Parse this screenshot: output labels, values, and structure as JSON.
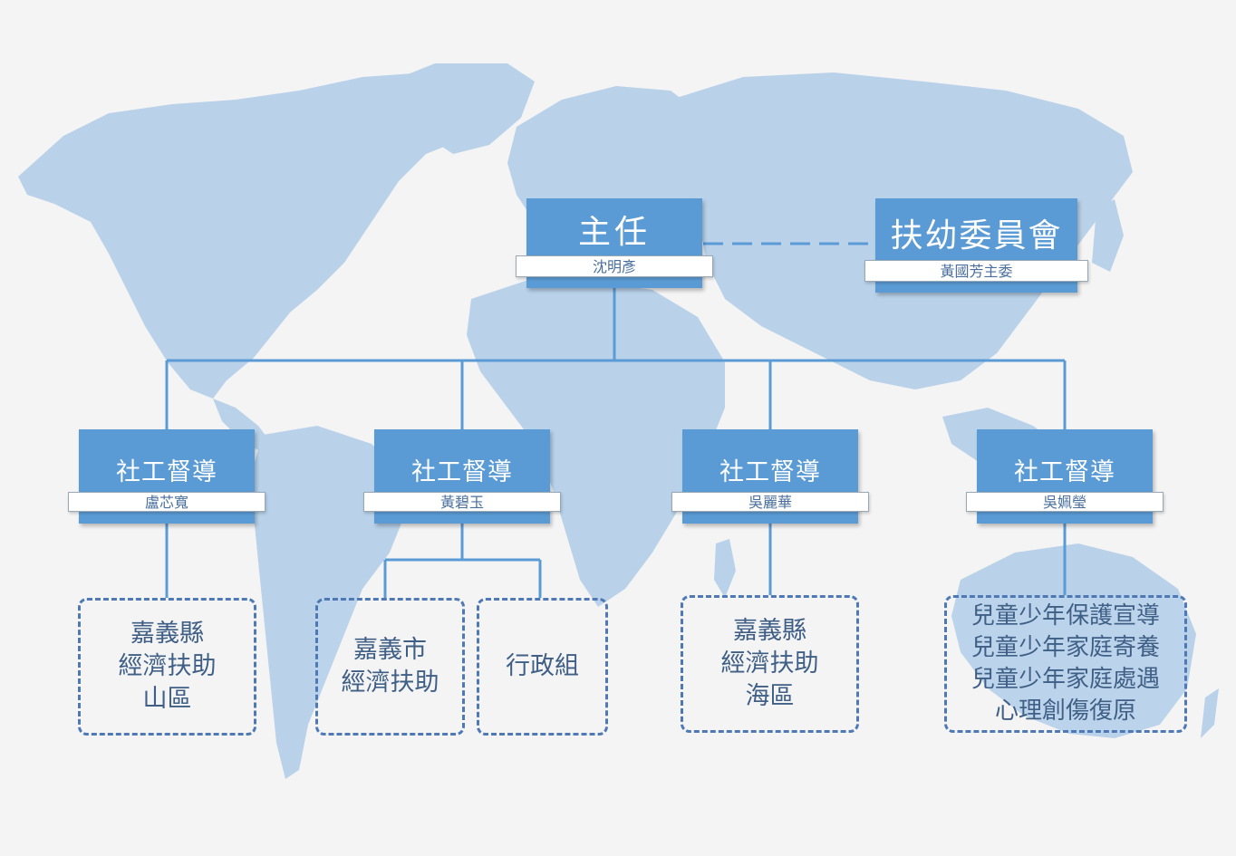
{
  "colors": {
    "background": "#f4f4f4",
    "map": "#b9d2ea",
    "box_fill": "#5b9bd5",
    "connector": "#5b9bd5",
    "dash_border": "#4f79b5",
    "dash_text": "#3f5f86"
  },
  "director": {
    "title": "主任",
    "name": "沈明彥"
  },
  "committee": {
    "title": "扶幼委員會",
    "name": "黃國芳主委"
  },
  "supervisors": [
    {
      "title": "社工督導",
      "name": "盧芯寬"
    },
    {
      "title": "社工督導",
      "name": "黃碧玉"
    },
    {
      "title": "社工督導",
      "name": "吳麗華"
    },
    {
      "title": "社工督導",
      "name": "吳姵瑩"
    }
  ],
  "units": [
    {
      "lines": [
        "嘉義縣",
        "經濟扶助",
        "山區"
      ]
    },
    {
      "lines": [
        "嘉義市",
        "經濟扶助"
      ]
    },
    {
      "lines": [
        "行政組"
      ]
    },
    {
      "lines": [
        "嘉義縣",
        "經濟扶助",
        "海區"
      ]
    },
    {
      "lines": [
        "兒童少年保護宣導",
        "兒童少年家庭寄養",
        "兒童少年家庭處遇",
        "心理創傷復原"
      ]
    }
  ]
}
